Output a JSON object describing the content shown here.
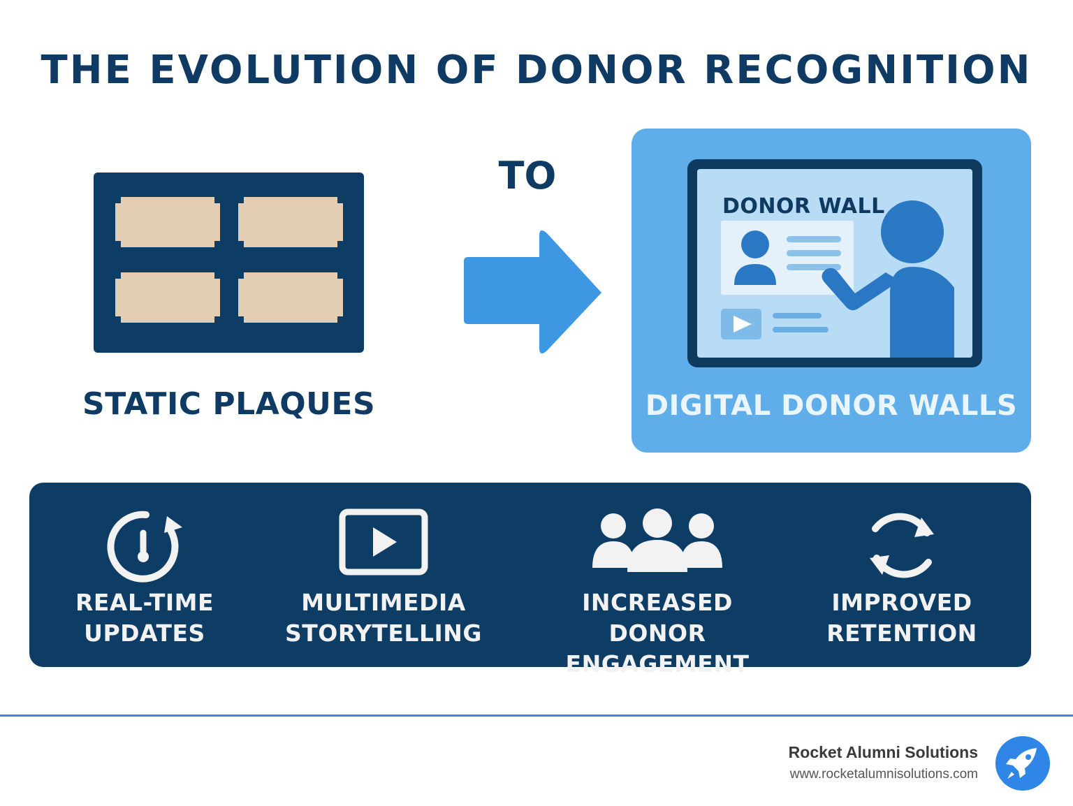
{
  "title": "THE EVOLUTION OF DONOR RECOGNITION",
  "from": {
    "label": "STATIC PLAQUES",
    "icon": "plaque-board-icon",
    "plaque_count": 4
  },
  "connector": {
    "label": "TO",
    "icon": "arrow-right-icon"
  },
  "to": {
    "label": "DIGITAL DONOR WALLS",
    "screen_title": "DONOR WALL",
    "icons": [
      "profile-card-icon",
      "video-play-icon",
      "presenter-person-icon"
    ]
  },
  "features": [
    {
      "line1": "REAL-TIME",
      "line2": "UPDATES",
      "icon": "clock-refresh-icon"
    },
    {
      "line1": "MULTIMEDIA",
      "line2": "STORYTELLING",
      "icon": "video-play-icon"
    },
    {
      "line1": "INCREASED DONOR",
      "line2": "ENGAGEMENT",
      "icon": "group-people-icon"
    },
    {
      "line1": "IMPROVED",
      "line2": "RETENTION",
      "icon": "refresh-cycle-icon"
    }
  ],
  "footer": {
    "brand": "Rocket Alumni Solutions",
    "url": "www.rocketalumnisolutions.com",
    "logo_icon": "rocket-icon"
  },
  "colors": {
    "navy": "#0d3c64",
    "light_blue": "#5faeea",
    "arrow_blue": "#3d97e3",
    "plaque_tan": "#e3cdb3",
    "accent_line": "#3a86e0"
  }
}
